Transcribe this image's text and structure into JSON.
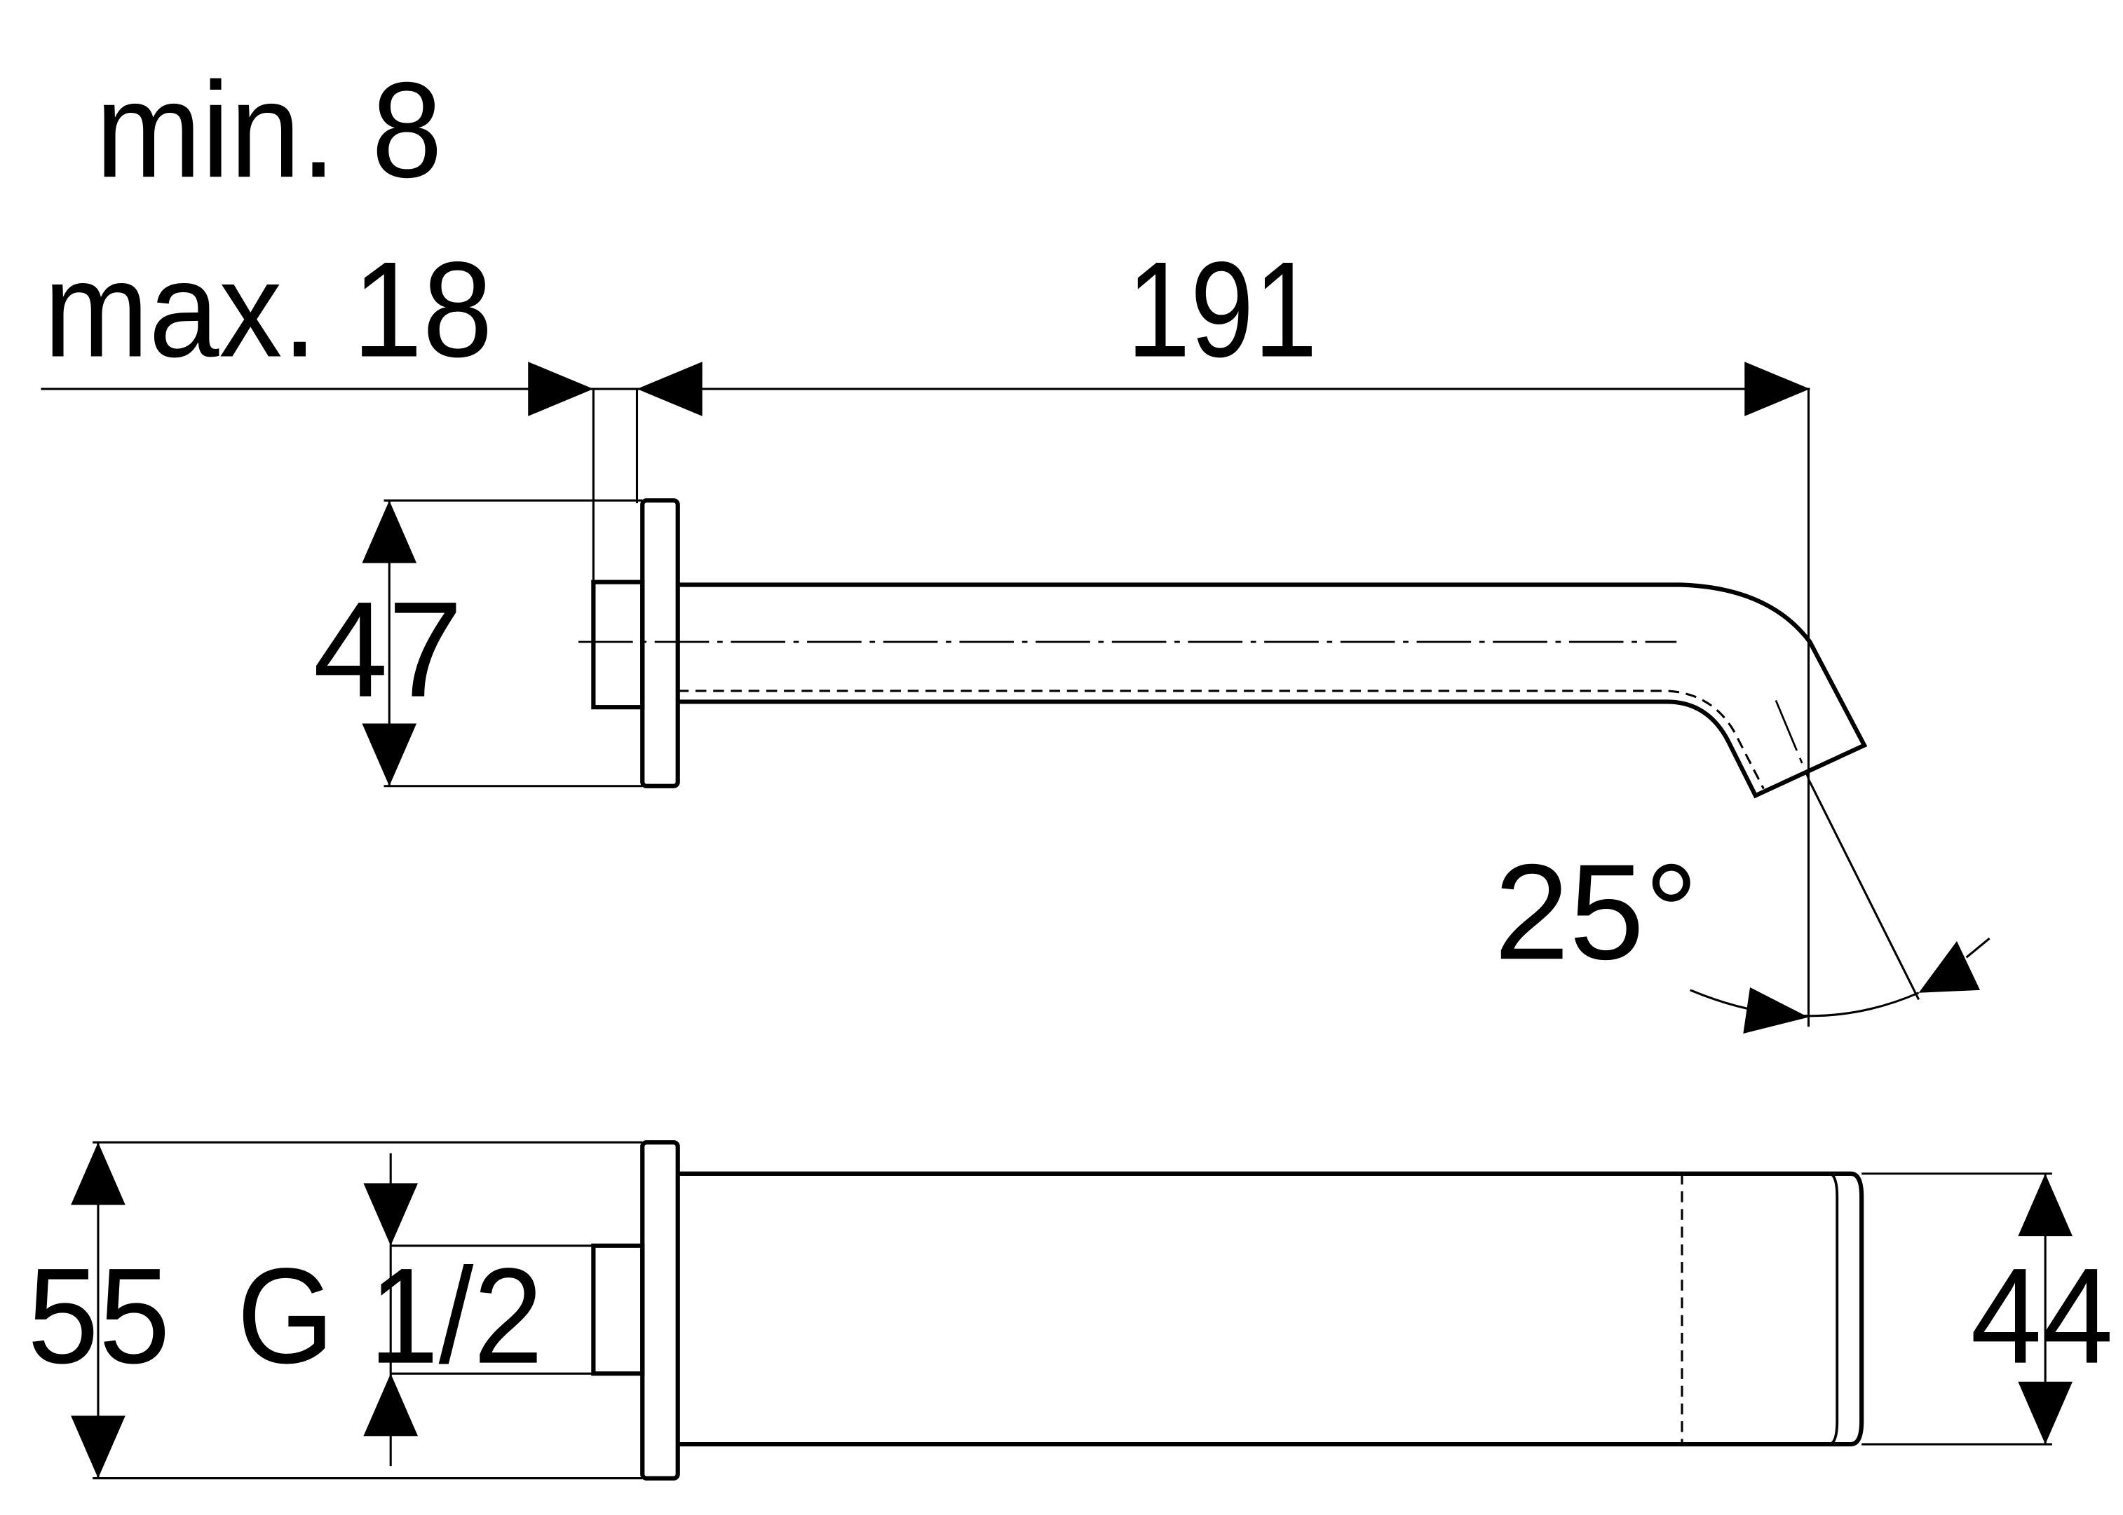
{
  "drawing": {
    "dimensions": {
      "flange_min": "min. 8",
      "flange_max": "max. 18",
      "length": "191",
      "height_side": "47",
      "angle": "25°",
      "flange_diameter": "55",
      "thread": "G 1/2",
      "spout_width": "44"
    },
    "colors": {
      "line": "#000000",
      "background": "#ffffff"
    }
  }
}
